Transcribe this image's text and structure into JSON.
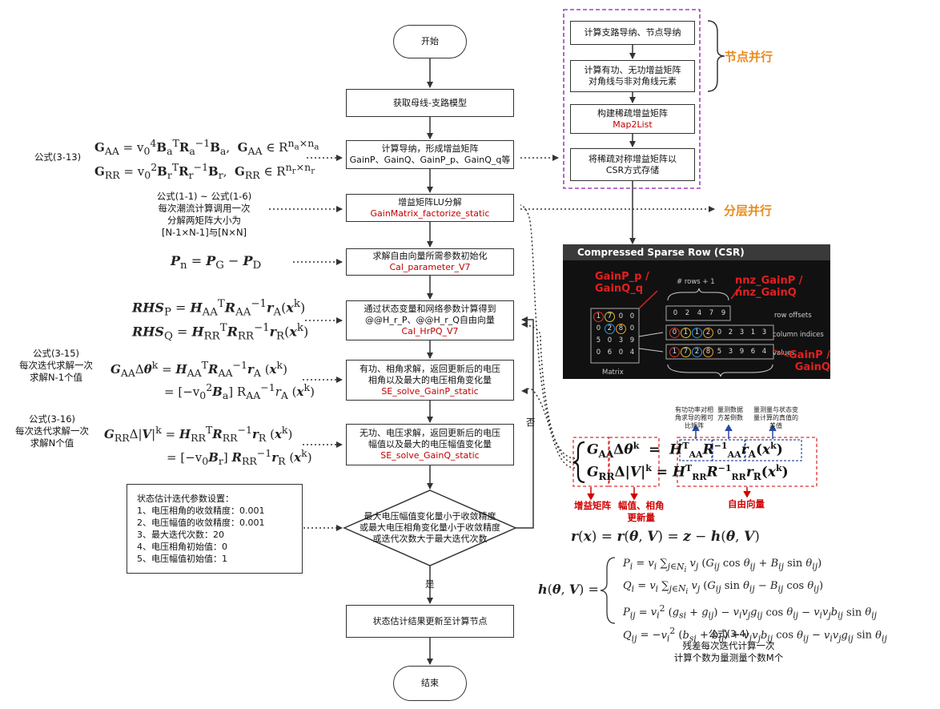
{
  "flow": {
    "start": "开始",
    "n1": "获取母线-支路模型",
    "n2": [
      "计算导纳，形成增益矩阵",
      "GainP、GainQ、GainP_p、GainQ_q等"
    ],
    "n3": [
      "增益矩阵LU分解",
      "GainMatrix_factorize_static"
    ],
    "n4": [
      "求解自由向量所需参数初始化",
      "Cal_parameter_V7"
    ],
    "n5": [
      "通过状态变量和网络参数计算得到",
      "@@H_r_P、@@H_r_Q自由向量",
      "Cal_HrPQ_V7"
    ],
    "n6": [
      "有功、相角求解，返回更新后的电压",
      "相角以及最大的电压相角变化量",
      "SE_solve_GainP_static"
    ],
    "n7": [
      "无功、电压求解，返回更新后的电压",
      "幅值以及最大的电压幅值变化量",
      "SE_solve_GainQ_static"
    ],
    "decision": [
      "最大电压幅值变化量小于收敛精度",
      "或最大电压相角变化量小于收敛精度",
      "或迭代次数大于最大迭代次数"
    ],
    "yes": "是",
    "no": "否",
    "n8": "状态估计结果更新至计算节点",
    "end": "结束"
  },
  "left": {
    "f313": "公式(3-13)",
    "f11": [
      "公式(1-1) ~ 公式(1-6)",
      "每次潮流计算调用一次",
      "分解两矩阵大小为",
      "[N-1×N-1]与[N×N]"
    ],
    "f315": [
      "公式(3-15)",
      "每次迭代求解一次",
      "求解N-1个值"
    ],
    "f316": [
      "公式(3-16)",
      "每次迭代求解一次",
      "求解N个值"
    ],
    "params": [
      "状态估计迭代参数设置：",
      "1、电压相角的收敛精度：0.001",
      "2、电压幅值的收敛精度：0.001",
      "3、最大迭代次数：20",
      "4、电压相角初始值：0",
      "5、电压幅值初始值：1"
    ]
  },
  "right": {
    "p1": "计算支路导纳、节点导纳",
    "p2": [
      "计算有功、无功增益矩阵",
      "对角线与非对角线元素"
    ],
    "p3": [
      "构建稀疏增益矩阵",
      "Map2List"
    ],
    "p4": [
      "将稀疏对称增益矩阵以",
      "CSR方式存储"
    ],
    "node_parallel": "节点并行",
    "layer_parallel": "分层并行"
  },
  "csr": {
    "title": "Compressed Sparse Row (CSR)",
    "gain_pq": [
      "GainP_p /",
      "GainQ_q"
    ],
    "nnz": [
      "nnz_GainP /",
      "nnz_GainQ"
    ],
    "rows": "# rows + 1",
    "row_offsets": "row offsets",
    "column_indices": "column indices",
    "values": "values",
    "gain_p": [
      "GainP /",
      "GainQ"
    ],
    "matrix": "Matrix",
    "matrix_cells": [
      "1",
      "7",
      "0",
      "0",
      "0",
      "2",
      "8",
      "0",
      "5",
      "0",
      "3",
      "9",
      "0",
      "6",
      "0",
      "4"
    ],
    "offsets": [
      "0",
      "2",
      "4",
      "7",
      "9"
    ],
    "cols": [
      "0",
      "1",
      "1",
      "2",
      "0",
      "2",
      "3",
      "1",
      "3"
    ],
    "vals": [
      "1",
      "7",
      "2",
      "8",
      "5",
      "3",
      "9",
      "6",
      "4"
    ]
  },
  "eq": {
    "legend1": "有功功率对相角求导的雅可比矩阵",
    "legend2": "量测数据方差倒数",
    "legend3": "量测量与状态变量计算的真值的差值",
    "gain": "增益矩阵",
    "update": [
      "幅值、相角",
      "更新量"
    ],
    "free": "自由向量",
    "f34": [
      "公式(3-4)",
      "残差每次迭代计算一次",
      "计算个数为量测量个数M个"
    ]
  },
  "colors": {
    "accent_orange": "#ea8a1e",
    "purple": "#a040c0",
    "red": "#c00000"
  }
}
